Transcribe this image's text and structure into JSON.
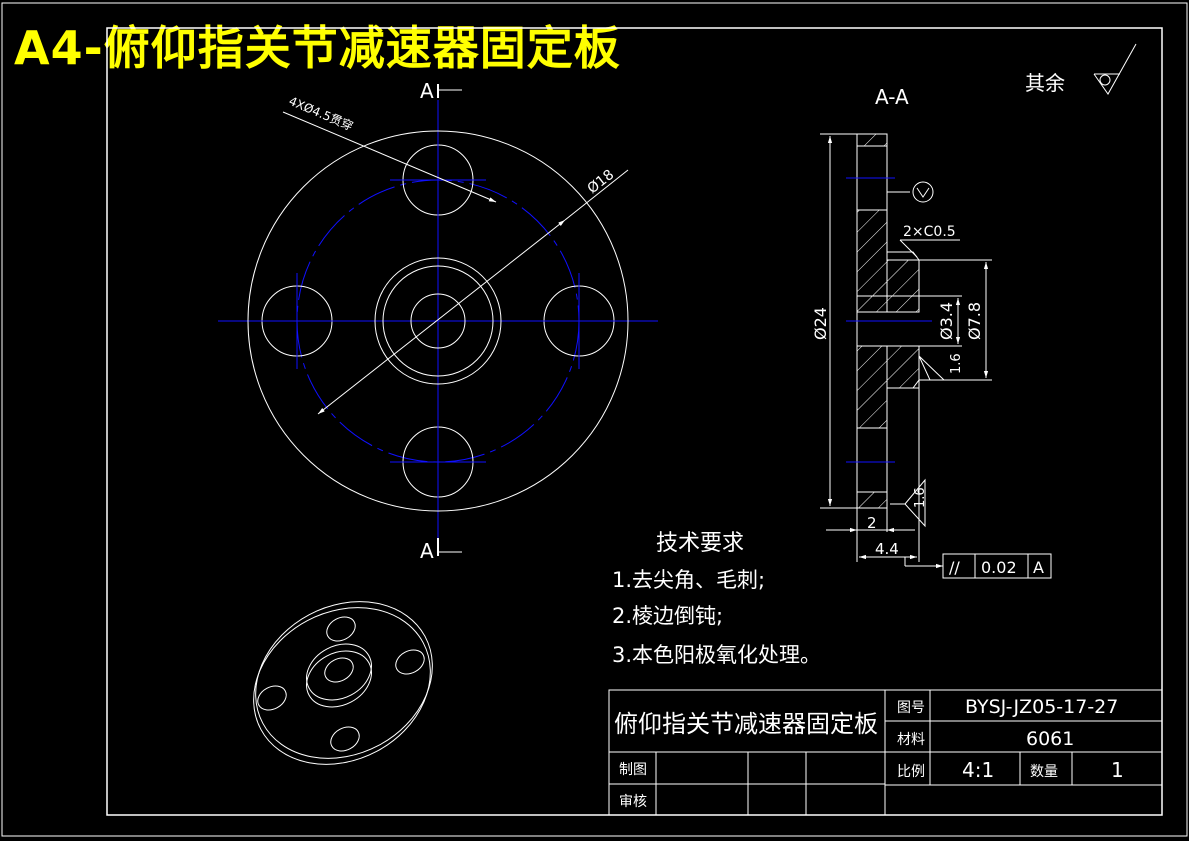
{
  "sheet_title": "A4-俯仰指关节减速器固定板",
  "roughness_note": "其余",
  "section_label": "A-A",
  "cut_label_top": "A",
  "cut_label_bottom": "A",
  "dimensions": {
    "holes": "4XØ4.5贯穿",
    "pcd": "Ø18",
    "chamfer": "2×C0.5",
    "od": "Ø24",
    "bore": "Ø3.4",
    "boss": "Ø7.8",
    "roughness_boss": "1.6",
    "roughness_face": "1.6",
    "flange_thickness": "2",
    "total_thickness": "4.4"
  },
  "tolerance": {
    "symbol": "//",
    "value": "0.02",
    "datum": "A"
  },
  "tech_requirements": {
    "title": "技术要求",
    "items": [
      "1.去尖角、毛刺;",
      "2.棱边倒钝;",
      "3.本色阳极氧化处理。"
    ]
  },
  "title_block": {
    "part_name": "俯仰指关节减速器固定板",
    "drawing_no_label": "图号",
    "drawing_no": "BYSJ-JZ05-17-27",
    "material_label": "材料",
    "material": "6061",
    "drawn_label": "制图",
    "checked_label": "审核",
    "scale_label": "比例",
    "scale": "4:1",
    "qty_label": "数量",
    "qty": "1"
  },
  "colors": {
    "line": "#ffffff",
    "center": "#1010ff",
    "title": "#ffff00"
  }
}
